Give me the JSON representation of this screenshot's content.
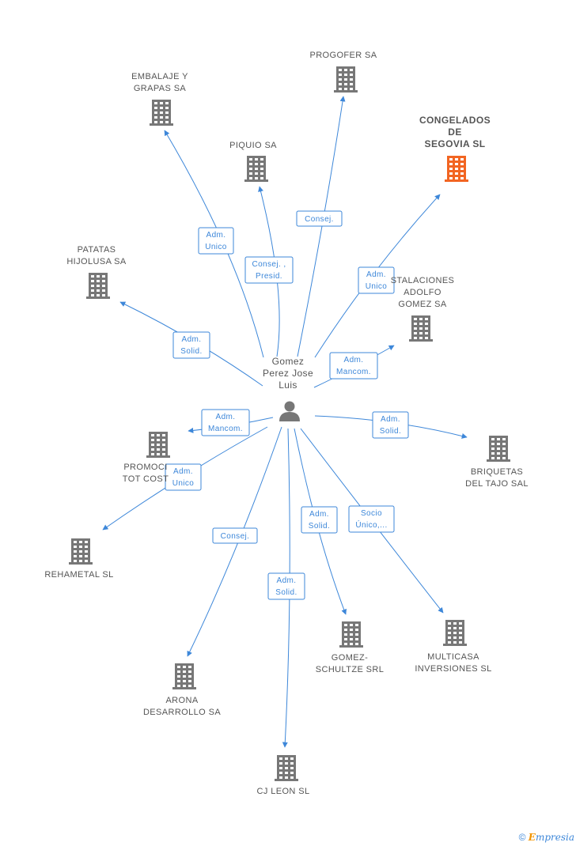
{
  "person": {
    "name_lines": [
      "Gomez",
      "Perez Jose",
      "Luis"
    ]
  },
  "companies": [
    {
      "id": "progofer",
      "label_lines": [
        "PROGOFER SA"
      ],
      "focus": false
    },
    {
      "id": "embalaje",
      "label_lines": [
        "EMBALAJE Y",
        "GRAPAS SA"
      ],
      "focus": false
    },
    {
      "id": "piquio",
      "label_lines": [
        "PIQUIO SA"
      ],
      "focus": false
    },
    {
      "id": "congelados",
      "label_lines": [
        "CONGELADOS",
        "DE",
        "SEGOVIA SL"
      ],
      "focus": true
    },
    {
      "id": "patatas",
      "label_lines": [
        "PATATAS",
        "HIJOLUSA SA"
      ],
      "focus": false
    },
    {
      "id": "instalaciones",
      "label_lines": [
        "STALACIONES",
        "ADOLFO",
        "GOMEZ SA"
      ],
      "focus": false
    },
    {
      "id": "promocion",
      "label_lines": [
        "PROMOCI",
        "TOT COST"
      ],
      "focus": false
    },
    {
      "id": "briquetas",
      "label_lines": [
        "BRIQUETAS",
        "DEL TAJO SAL"
      ],
      "focus": false
    },
    {
      "id": "rehametal",
      "label_lines": [
        "REHAMETAL SL"
      ],
      "focus": false
    },
    {
      "id": "gomez_schultze",
      "label_lines": [
        "GOMEZ-",
        "SCHULTZE SRL"
      ],
      "focus": false
    },
    {
      "id": "multicasa",
      "label_lines": [
        "MULTICASA",
        "INVERSIONES SL"
      ],
      "focus": false
    },
    {
      "id": "arona",
      "label_lines": [
        "ARONA",
        "DESARROLLO SA"
      ],
      "focus": false
    },
    {
      "id": "cjleon",
      "label_lines": [
        "CJ LEON  SL"
      ],
      "focus": false
    }
  ],
  "relations": [
    {
      "target": "embalaje",
      "label_lines": [
        "Adm.",
        "Unico"
      ]
    },
    {
      "target": "piquio",
      "label_lines": [
        "Consej. ,",
        "Presid."
      ]
    },
    {
      "target": "progofer",
      "label_lines": [
        "Consej."
      ]
    },
    {
      "target": "congelados",
      "label_lines": [
        "Adm.",
        "Unico"
      ]
    },
    {
      "target": "patatas",
      "label_lines": [
        "Adm.",
        "Solid."
      ]
    },
    {
      "target": "instalaciones",
      "label_lines": [
        "Adm.",
        "Mancom."
      ]
    },
    {
      "target": "promocion",
      "label_lines": [
        "Adm.",
        "Mancom."
      ]
    },
    {
      "target": "briquetas",
      "label_lines": [
        "Adm.",
        "Solid."
      ]
    },
    {
      "target": "rehametal",
      "label_lines": [
        "Adm.",
        "Unico"
      ]
    },
    {
      "target": "arona",
      "label_lines": [
        "Consej."
      ]
    },
    {
      "target": "cjleon",
      "label_lines": [
        "Adm.",
        "Solid."
      ]
    },
    {
      "target": "gomez_schultze",
      "label_lines": [
        "Adm.",
        "Solid."
      ]
    },
    {
      "target": "multicasa",
      "label_lines": [
        "Socio",
        "Único,..."
      ]
    }
  ],
  "colors": {
    "edge": "#3d87d9",
    "building": "#777777",
    "building_focus": "#f26522",
    "person": "#777777"
  },
  "footer": {
    "copyright": "©",
    "brand_first": "E",
    "brand_rest": "mpresia"
  }
}
